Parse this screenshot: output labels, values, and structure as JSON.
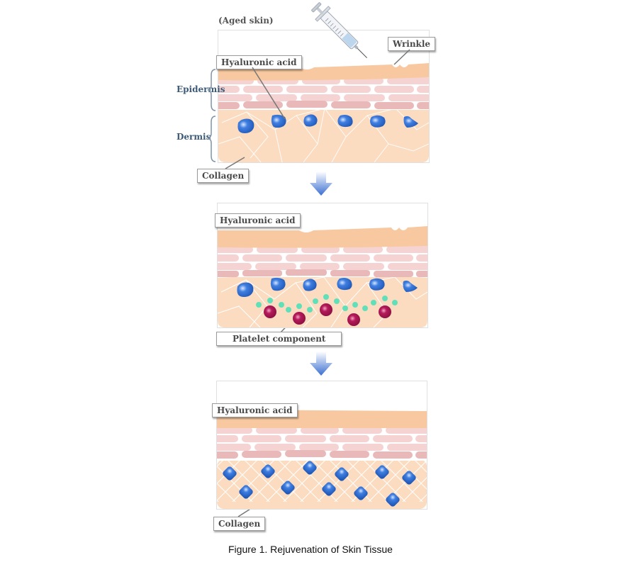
{
  "figure": {
    "caption": "Figure 1. Rejuvenation of Skin Tissue",
    "colors": {
      "stratum_corneum": "#f8c9a0",
      "epidermis_cells": "#f6d3d3",
      "epidermis_base": "#e9b9b9",
      "dermis": "#fbdcc0",
      "hyaluronic_acid": "#2f6fd0",
      "platelet": "#a3154f",
      "growth_factor": "#5fe0b8",
      "arrow": "#3b6fd1",
      "side_label": "#3d5a78"
    }
  },
  "panels": [
    {
      "id": "aged",
      "title": "(Aged skin)",
      "labels": {
        "hyaluronic_acid": "Hyaluronic acid",
        "wrinkle": "Wrinkle",
        "collagen": "Collagen"
      },
      "side_labels": {
        "epidermis": "Epidermis",
        "dermis": "Dermis"
      },
      "icons": [
        "syringe-icon"
      ]
    },
    {
      "id": "treatment",
      "labels": {
        "hyaluronic_acid": "Hyaluronic acid",
        "platelet_component": "Platelet component"
      }
    },
    {
      "id": "rejuvenated",
      "labels": {
        "hyaluronic_acid": "Hyaluronic acid",
        "collagen": "Collagen"
      }
    }
  ],
  "arrows": [
    "down-arrow-icon",
    "down-arrow-icon"
  ]
}
